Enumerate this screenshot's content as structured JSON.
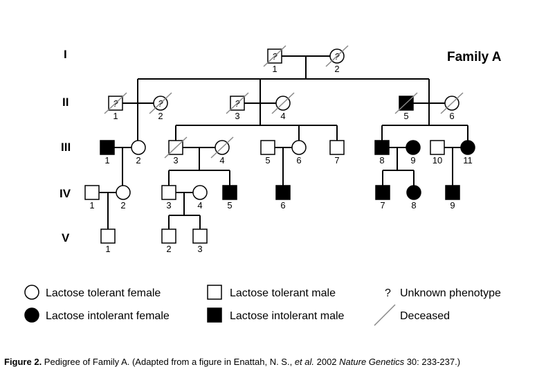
{
  "family_title": "Family A",
  "generations": [
    "I",
    "II",
    "III",
    "IV",
    "V"
  ],
  "individuals": [
    {
      "id": "I-1",
      "num": "1",
      "sex": "male",
      "affected": false,
      "deceased": true,
      "unknown": true
    },
    {
      "id": "I-2",
      "num": "2",
      "sex": "female",
      "affected": false,
      "deceased": true,
      "unknown": true
    },
    {
      "id": "II-1",
      "num": "1",
      "sex": "male",
      "affected": false,
      "deceased": true,
      "unknown": true
    },
    {
      "id": "II-2",
      "num": "2",
      "sex": "female",
      "affected": false,
      "deceased": true,
      "unknown": true
    },
    {
      "id": "II-3",
      "num": "3",
      "sex": "male",
      "affected": false,
      "deceased": true,
      "unknown": true
    },
    {
      "id": "II-4",
      "num": "4",
      "sex": "female",
      "affected": false,
      "deceased": true,
      "unknown": false
    },
    {
      "id": "II-5",
      "num": "5",
      "sex": "male",
      "affected": true,
      "deceased": true,
      "unknown": false
    },
    {
      "id": "II-6",
      "num": "6",
      "sex": "female",
      "affected": false,
      "deceased": true,
      "unknown": false
    },
    {
      "id": "III-1",
      "num": "1",
      "sex": "male",
      "affected": true,
      "deceased": false,
      "unknown": false
    },
    {
      "id": "III-2",
      "num": "2",
      "sex": "female",
      "affected": false,
      "deceased": false,
      "unknown": false
    },
    {
      "id": "III-3",
      "num": "3",
      "sex": "male",
      "affected": false,
      "deceased": true,
      "unknown": false
    },
    {
      "id": "III-4",
      "num": "4",
      "sex": "female",
      "affected": false,
      "deceased": true,
      "unknown": false
    },
    {
      "id": "III-5",
      "num": "5",
      "sex": "male",
      "affected": false,
      "deceased": false,
      "unknown": false
    },
    {
      "id": "III-6",
      "num": "6",
      "sex": "female",
      "affected": false,
      "deceased": false,
      "unknown": false
    },
    {
      "id": "III-7",
      "num": "7",
      "sex": "male",
      "affected": false,
      "deceased": false,
      "unknown": false
    },
    {
      "id": "III-8",
      "num": "8",
      "sex": "male",
      "affected": true,
      "deceased": false,
      "unknown": false
    },
    {
      "id": "III-9",
      "num": "9",
      "sex": "female",
      "affected": true,
      "deceased": false,
      "unknown": false
    },
    {
      "id": "III-10",
      "num": "10",
      "sex": "male",
      "affected": false,
      "deceased": false,
      "unknown": false
    },
    {
      "id": "III-11",
      "num": "11",
      "sex": "female",
      "affected": true,
      "deceased": false,
      "unknown": false
    },
    {
      "id": "IV-1",
      "num": "1",
      "sex": "male",
      "affected": false,
      "deceased": false,
      "unknown": false
    },
    {
      "id": "IV-2",
      "num": "2",
      "sex": "female",
      "affected": false,
      "deceased": false,
      "unknown": false
    },
    {
      "id": "IV-3",
      "num": "3",
      "sex": "male",
      "affected": false,
      "deceased": false,
      "unknown": false
    },
    {
      "id": "IV-4",
      "num": "4",
      "sex": "female",
      "affected": false,
      "deceased": false,
      "unknown": false
    },
    {
      "id": "IV-5",
      "num": "5",
      "sex": "male",
      "affected": true,
      "deceased": false,
      "unknown": false
    },
    {
      "id": "IV-6",
      "num": "6",
      "sex": "male",
      "affected": true,
      "deceased": false,
      "unknown": false
    },
    {
      "id": "IV-7",
      "num": "7",
      "sex": "male",
      "affected": true,
      "deceased": false,
      "unknown": false
    },
    {
      "id": "IV-8",
      "num": "8",
      "sex": "female",
      "affected": true,
      "deceased": false,
      "unknown": false
    },
    {
      "id": "IV-9",
      "num": "9",
      "sex": "male",
      "affected": true,
      "deceased": false,
      "unknown": false
    },
    {
      "id": "V-1",
      "num": "1",
      "sex": "male",
      "affected": false,
      "deceased": false,
      "unknown": false
    },
    {
      "id": "V-2",
      "num": "2",
      "sex": "male",
      "affected": false,
      "deceased": false,
      "unknown": false
    },
    {
      "id": "V-3",
      "num": "3",
      "sex": "male",
      "affected": false,
      "deceased": false,
      "unknown": false
    }
  ],
  "unknown_mark": "?",
  "legend": {
    "tolerant_female": "Lactose tolerant female",
    "intolerant_female": "Lactose intolerant female",
    "tolerant_male": "Lactose tolerant male",
    "intolerant_male": "Lactose intolerant male",
    "unknown_symbol": "?",
    "unknown_label": "Unknown phenotype",
    "deceased_label": "Deceased"
  },
  "caption": {
    "label": "Figure 2.",
    "text1": " Pedigree of Family A. (Adapted from a figure in Enattah, N. S., ",
    "etal": "et al.",
    "text2": " 2002 ",
    "journal": "Nature Genetics",
    "text3": " 30: 233-237.)"
  },
  "colors": {
    "affected": "#000000",
    "unaffected": "#ffffff",
    "line": "#000000",
    "slash": "#888888"
  }
}
